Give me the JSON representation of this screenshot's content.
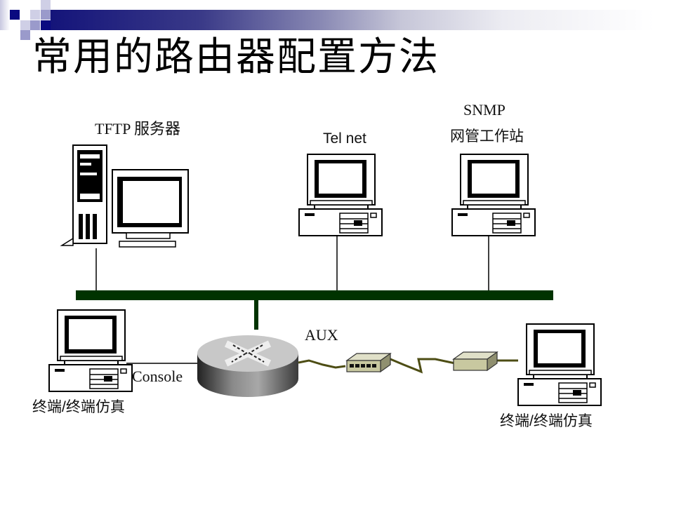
{
  "slide": {
    "title": "常用的路由器配置方法"
  },
  "diagram": {
    "nodes": {
      "tftp_server": {
        "label": "TFTP 服务器",
        "icon": "tower-server-with-monitor-icon"
      },
      "telnet": {
        "label": "Tel net",
        "icon": "desktop-computer-icon"
      },
      "snmp": {
        "label_line1": "SNMP",
        "label_line2": "网管工作站",
        "icon": "desktop-computer-icon"
      },
      "console_terminal": {
        "label": "终端/终端仿真",
        "icon": "desktop-computer-icon"
      },
      "router": {
        "label": "",
        "icon": "router-icon"
      },
      "modem_local": {
        "icon": "modem-icon"
      },
      "modem_remote": {
        "icon": "modem-icon"
      },
      "remote_terminal": {
        "label": "终端/终端仿真",
        "icon": "desktop-computer-icon"
      }
    },
    "links": {
      "console": "Console",
      "aux": "AUX"
    },
    "colors": {
      "lan_bus": "#003300",
      "serial_line": "#4d4d14",
      "router_body": "#7a7a7a",
      "modem": "#c8c8a0"
    }
  }
}
